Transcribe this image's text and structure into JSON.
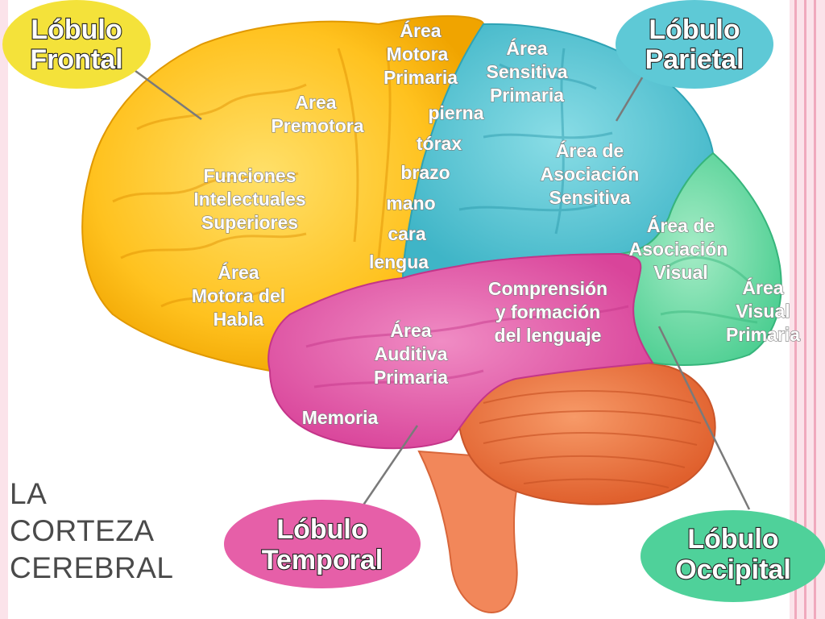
{
  "lobes": {
    "frontal": {
      "line1": "Lóbulo",
      "line2": "Frontal",
      "color": "#f4e23a"
    },
    "parietal": {
      "line1": "Lóbulo",
      "line2": "Parietal",
      "color": "#5ec9d6"
    },
    "temporal": {
      "line1": "Lóbulo",
      "line2": "Temporal",
      "color": "#e65fa8"
    },
    "occipital": {
      "line1": "Lóbulo",
      "line2": "Occipital",
      "color": "#4fd19a"
    }
  },
  "regions": {
    "motor_primary": [
      "Área",
      "Motora",
      "Primaria"
    ],
    "sensory_primary": [
      "Área",
      "Sensitiva",
      "Primaria"
    ],
    "premotor": [
      "Area",
      "Premotora"
    ],
    "higher_functions": [
      "Funciones",
      "Intelectuales",
      "Superiores"
    ],
    "speech_motor": [
      "Área",
      "Motora del",
      "Habla"
    ],
    "body_parts": [
      "pierna",
      "tórax",
      "brazo",
      "mano",
      "cara",
      "lengua"
    ],
    "sensory_association": [
      "Área de",
      "Asociación",
      "Sensitiva"
    ],
    "visual_association": [
      "Área de",
      "Asociación",
      "Visual"
    ],
    "visual_primary": [
      "Área",
      "Visual",
      "Primaria"
    ],
    "language": [
      "Comprensión",
      "y formación",
      "del lenguaje"
    ],
    "auditory_primary": [
      "Área",
      "Auditiva",
      "Primaria"
    ],
    "memory": "Memoria"
  },
  "title": [
    "LA",
    "CORTEZA",
    "CEREBRAL"
  ],
  "colors": {
    "frontal_fill": "#ffc21f",
    "parietal_fill": "#5cc8d6",
    "temporal_fill": "#e45aa6",
    "occipital_fill": "#6fdca8",
    "cerebellum_fill": "#f07a45",
    "brainstem_fill": "#f2875a"
  }
}
